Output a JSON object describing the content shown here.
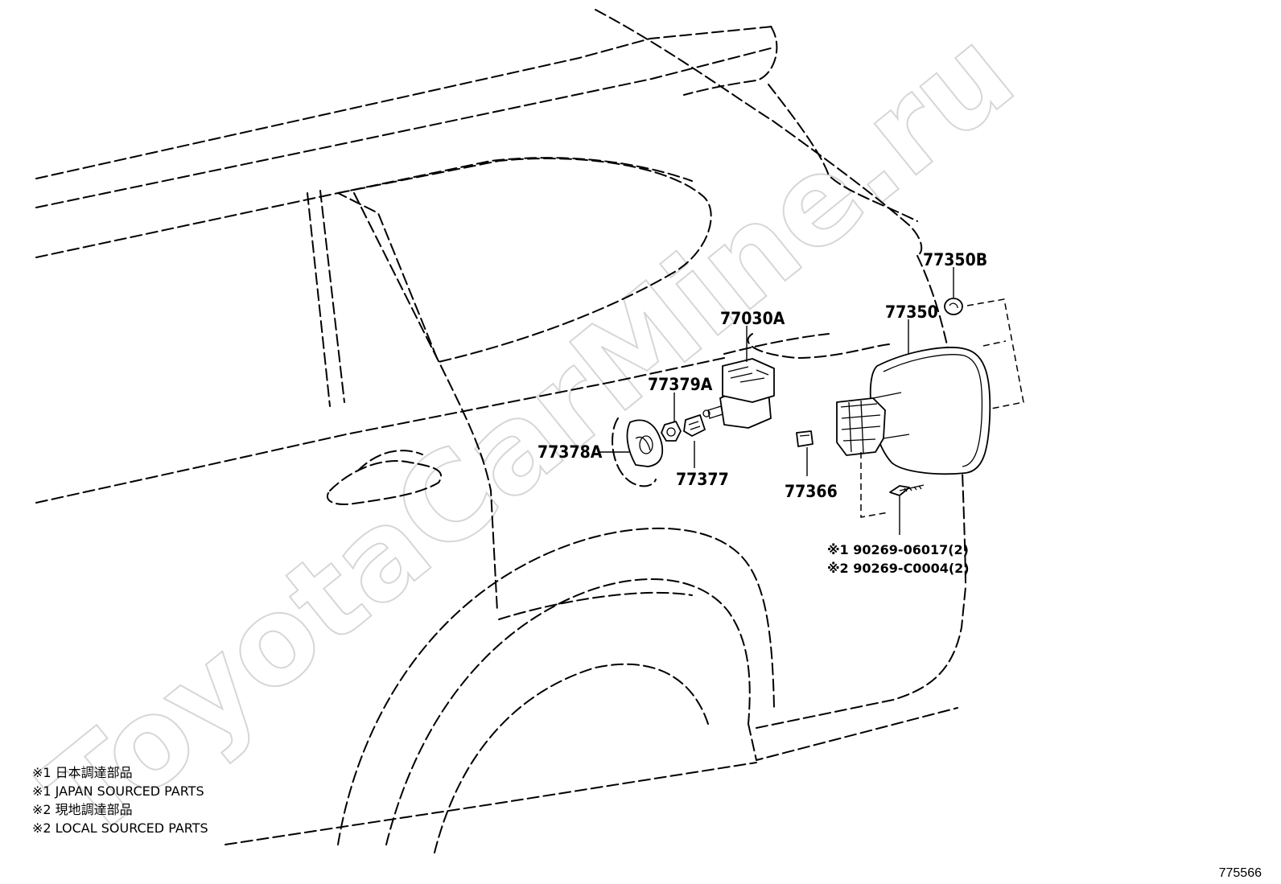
{
  "watermark": "ToyotaCarMine.ru",
  "callouts": {
    "c77350B": "77350B",
    "c77350": "77350",
    "c77030A": "77030A",
    "c77379A": "77379A",
    "c77378A": "77378A",
    "c77377": "77377",
    "c77366": "77366",
    "c90269_1": "※1 90269-06017(2)",
    "c90269_2": "※2 90269-C0004(2)"
  },
  "notes": [
    "※1  日本調達部品",
    "※1  JAPAN SOURCED PARTS",
    "※2  現地調達部品",
    "※2  LOCAL SOURCED PARTS"
  ],
  "figure_number": "775566"
}
